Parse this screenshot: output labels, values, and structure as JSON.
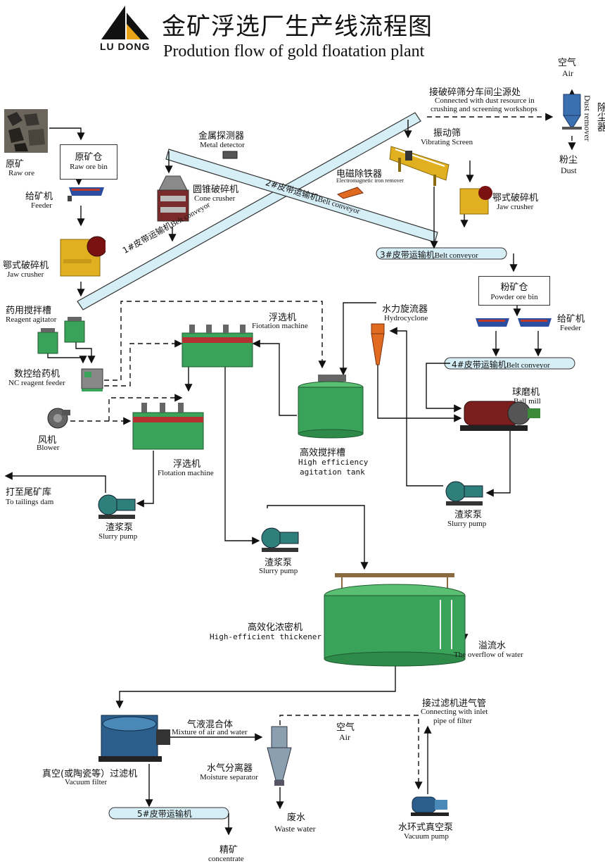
{
  "header": {
    "logo_text": "LU DONG",
    "title_zh": "金矿浮选厂生产线流程图",
    "title_en": "Prodution flow of gold floatation plant"
  },
  "equipment": {
    "raw_ore": {
      "zh": "原矿",
      "en": "Raw ore"
    },
    "raw_ore_bin": {
      "zh": "原矿仓",
      "en": "Raw ore bin"
    },
    "feeder_1": {
      "zh": "给矿机",
      "en": "Feeder"
    },
    "jaw_crusher_1": {
      "zh": "鄂式破碎机",
      "en": "Jaw crusher"
    },
    "metal_detector": {
      "zh": "金属探测器",
      "en": "Metal detector"
    },
    "cone_crusher": {
      "zh": "圆锥破碎机",
      "en": "Cone crusher"
    },
    "dust_source": {
      "zh": "接破碎筛分车间尘源处",
      "en1": "Connected with dust resource in",
      "en2": "crushing and screening workshops"
    },
    "air_top": {
      "zh": "空气",
      "en": "Air"
    },
    "dust_remover": {
      "zh": "除尘器",
      "en": "Dust remover"
    },
    "dust": {
      "zh": "粉尘",
      "en": "Dust"
    },
    "vibrating_screen": {
      "zh": "振动筛",
      "en": "Vibrating Screen"
    },
    "magnetic_remover": {
      "zh": "电磁除铁器",
      "en": "Electromagnetic iron remover"
    },
    "jaw_crusher_2": {
      "zh": "鄂式破碎机",
      "en": "Jaw crusher"
    },
    "powder_ore_bin": {
      "zh": "粉矿仓",
      "en": "Powder ore bin"
    },
    "feeder_2": {
      "zh": "给矿机",
      "en": "Feeder"
    },
    "ball_mill": {
      "zh": "球磨机",
      "en": "Ball  mill"
    },
    "hydrocyclone": {
      "zh": "水力旋流器",
      "en": "Hydrocyclone"
    },
    "reagent_agitator": {
      "zh": "药用搅拌槽",
      "en": "Reagent agitator"
    },
    "nc_feeder": {
      "zh": "数控给药机",
      "en": "NC reagent feeder"
    },
    "blower": {
      "zh": "风机",
      "en": "Blower"
    },
    "flotation_1": {
      "zh": "浮选机",
      "en": "Flotation machine"
    },
    "flotation_2": {
      "zh": "浮选机",
      "en": "Fiotation machine"
    },
    "agitation_tank": {
      "zh": "高效搅拌槽",
      "en1": "High efficiency",
      "en2": "agitation tank"
    },
    "tailings": {
      "zh": "打至尾矿库",
      "en": "To tailings dam"
    },
    "slurry_pump_1": {
      "zh": "渣浆泵",
      "en": "Slurry pump"
    },
    "slurry_pump_2": {
      "zh": "渣浆泵",
      "en": "Slurry pump"
    },
    "slurry_pump_3": {
      "zh": "渣浆泵",
      "en": "Slurry pump"
    },
    "thickener": {
      "zh": "高效化浓密机",
      "en": "High-efficient thickener"
    },
    "overflow": {
      "zh": "溢流水",
      "en": "The overflow of water"
    },
    "vacuum_filter": {
      "zh": "真空(或陶瓷等）过滤机",
      "en": "Vacuum filter"
    },
    "mixture": {
      "zh": "气液混合体",
      "en": "Mixture of air and water"
    },
    "moisture_separator": {
      "zh": "水气分离器",
      "en": "Moisture separator"
    },
    "air_bottom": {
      "zh": "空气",
      "en": "Air"
    },
    "filter_inlet": {
      "zh": "接过滤机进气管",
      "en1": "Connecting with inlet",
      "en2": "pipe of filter"
    },
    "waste_water": {
      "zh": "废水",
      "en": "Waste water"
    },
    "vacuum_pump": {
      "zh": "水环式真空泵",
      "en": "Vacuum pump"
    },
    "concentrate": {
      "zh": "精矿",
      "en": "concentrate"
    }
  },
  "belts": {
    "belt1": {
      "zh": "1#皮带运输机",
      "en": "Belt conveyor"
    },
    "belt2": {
      "zh": "2#皮带运输机",
      "en": "Belt conveyor"
    },
    "belt3": {
      "zh": "3#皮带运输机",
      "en": "Belt conveyor"
    },
    "belt4": {
      "zh": "4#皮带运输机",
      "en": "Belt conveyor"
    },
    "belt5": {
      "zh": "5#皮带运输机",
      "en": ""
    }
  },
  "colors": {
    "machine_yellow": "#e0b020",
    "tank_green": "#3aa35a",
    "belt_blue": "#d6eef6",
    "pump_teal": "#2f7f7a",
    "line": "#111111"
  }
}
